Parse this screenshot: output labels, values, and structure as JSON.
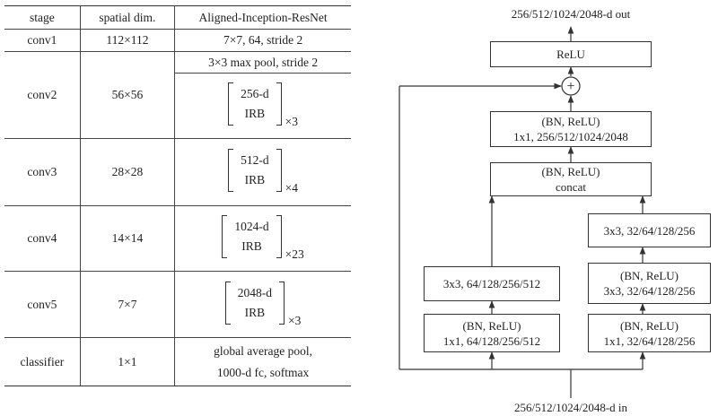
{
  "table": {
    "headers": [
      "stage",
      "spatial dim.",
      "Aligned-Inception-ResNet"
    ],
    "rows": [
      {
        "stage": "conv1",
        "dim": "112×112",
        "spec": "7×7, 64, stride 2"
      },
      {
        "stage": "conv2",
        "dim": "56×56",
        "pre": "3×3 max pool, stride 2",
        "block_top": "256-d",
        "block_bottom": "IRB",
        "mult": "×3"
      },
      {
        "stage": "conv3",
        "dim": "28×28",
        "block_top": "512-d",
        "block_bottom": "IRB",
        "mult": "×4"
      },
      {
        "stage": "conv4",
        "dim": "14×14",
        "block_top": "1024-d",
        "block_bottom": "IRB",
        "mult": "×23"
      },
      {
        "stage": "conv5",
        "dim": "7×7",
        "block_top": "2048-d",
        "block_bottom": "IRB",
        "mult": "×3"
      },
      {
        "stage": "classifier",
        "dim": "1×1",
        "spec_line1": "global average pool,",
        "spec_line2": "1000-d fc, softmax"
      }
    ]
  },
  "diagram": {
    "output_label": "256/512/1024/2048-d out",
    "input_label": "256/512/1024/2048-d in",
    "add_symbol": "+",
    "relu": "ReLU",
    "final_conv": {
      "line1": "(BN, ReLU)",
      "line2": "1x1, 256/512/1024/2048"
    },
    "concat": {
      "line1": "(BN, ReLU)",
      "line2": "concat"
    },
    "left_branch": {
      "conv3": "3x3, 64/128/256/512",
      "conv1": {
        "line1": "(BN, ReLU)",
        "line2": "1x1, 64/128/256/512"
      }
    },
    "right_branch": {
      "conv3b": "3x3, 32/64/128/256",
      "conv3a": {
        "line1": "(BN, ReLU)",
        "line2": "3x3, 32/64/128/256"
      },
      "conv1": {
        "line1": "(BN, ReLU)",
        "line2": "1x1, 32/64/128/256"
      }
    }
  }
}
